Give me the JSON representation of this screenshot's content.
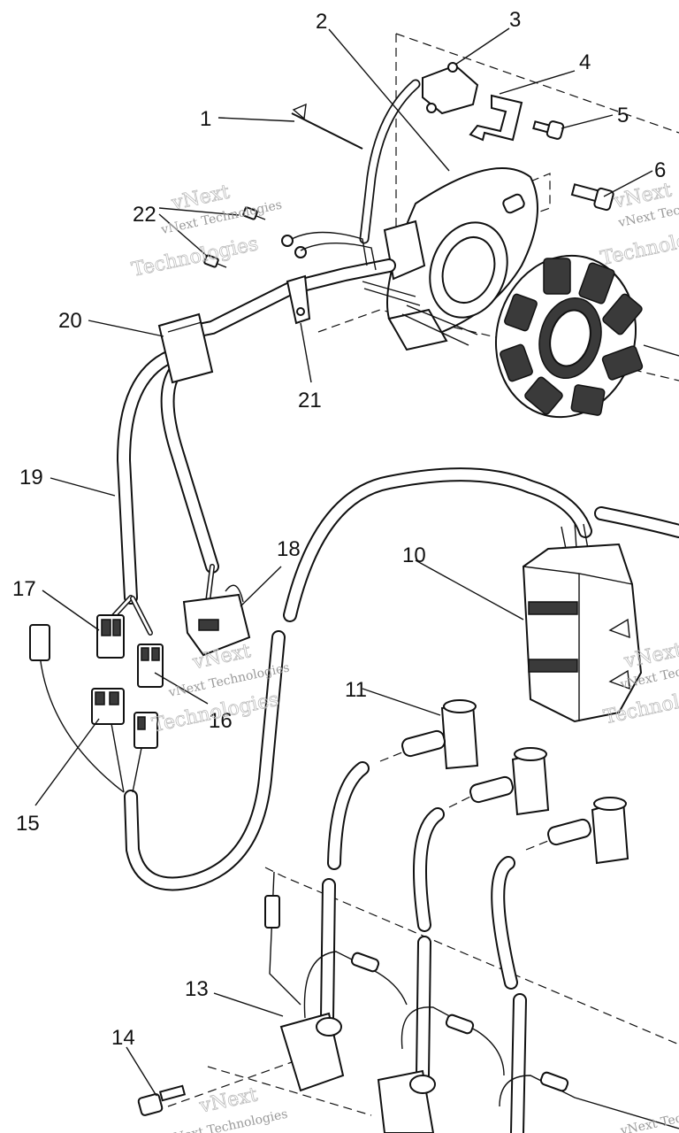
{
  "callouts": [
    {
      "id": "c1",
      "text": "1"
    },
    {
      "id": "c2",
      "text": "2"
    },
    {
      "id": "c3",
      "text": "3"
    },
    {
      "id": "c4",
      "text": "4"
    },
    {
      "id": "c5",
      "text": "5"
    },
    {
      "id": "c6",
      "text": "6"
    },
    {
      "id": "c10",
      "text": "10"
    },
    {
      "id": "c11",
      "text": "11"
    },
    {
      "id": "c13",
      "text": "13"
    },
    {
      "id": "c14",
      "text": "14"
    },
    {
      "id": "c15",
      "text": "15"
    },
    {
      "id": "c16",
      "text": "16"
    },
    {
      "id": "c17",
      "text": "17"
    },
    {
      "id": "c18",
      "text": "18"
    },
    {
      "id": "c19",
      "text": "19"
    },
    {
      "id": "c20",
      "text": "20"
    },
    {
      "id": "c21",
      "text": "21"
    },
    {
      "id": "c22",
      "text": "22"
    }
  ],
  "watermark": {
    "brand_top": "vNext",
    "brand_bottom": "Technologies",
    "caption": "vNext Technologies"
  }
}
